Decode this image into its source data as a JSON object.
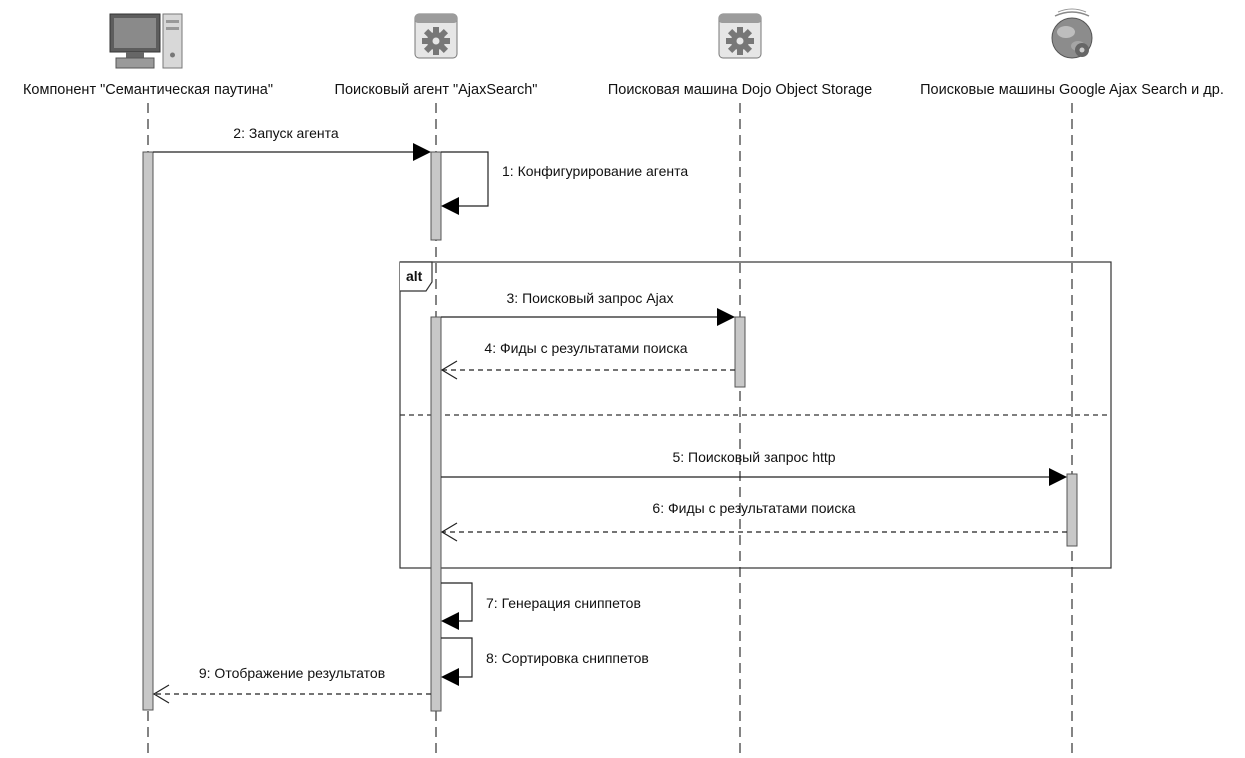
{
  "lifelines": [
    {
      "id": "semweb",
      "label": "Компонент \"Семантическая паутина\"",
      "icon": "computer-icon"
    },
    {
      "id": "agent",
      "label": "Поисковый агент \"AjaxSearch\"",
      "icon": "gear-window-icon"
    },
    {
      "id": "dojo",
      "label": "Поисковая машина Dojo Object Storage",
      "icon": "gear-window-icon"
    },
    {
      "id": "google",
      "label": "Поисковые машины Google Ajax Search и др.",
      "icon": "globe-gear-icon"
    }
  ],
  "fragment": {
    "operator": "alt"
  },
  "messages": [
    {
      "label": "2:  Запуск агента",
      "from": "semweb",
      "to": "agent",
      "kind": "sync"
    },
    {
      "label": "1: Конфигурирование агента",
      "from": "agent",
      "to": "agent",
      "kind": "self"
    },
    {
      "label": "3: Поисковый запрос Ajax",
      "from": "agent",
      "to": "dojo",
      "kind": "sync"
    },
    {
      "label": "4: Фиды с результатами поиска",
      "from": "dojo",
      "to": "agent",
      "kind": "reply"
    },
    {
      "label": "5: Поисковый запрос http",
      "from": "agent",
      "to": "google",
      "kind": "sync"
    },
    {
      "label": "6: Фиды с результатами поиска",
      "from": "google",
      "to": "agent",
      "kind": "reply"
    },
    {
      "label": "7: Генерация сниппетов",
      "from": "agent",
      "to": "agent",
      "kind": "self"
    },
    {
      "label": "8: Сортировка сниппетов",
      "from": "agent",
      "to": "agent",
      "kind": "self"
    },
    {
      "label": "9: Отображение результатов",
      "from": "agent",
      "to": "semweb",
      "kind": "reply"
    }
  ]
}
